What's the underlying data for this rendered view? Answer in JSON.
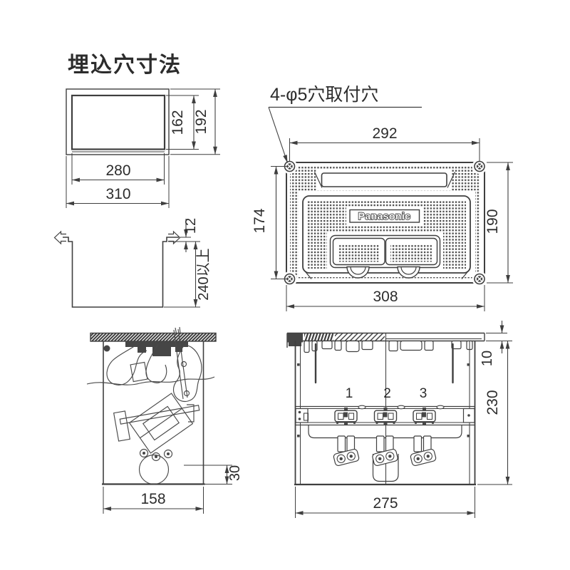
{
  "drawing": {
    "title": "埋込穴寸法",
    "callout": "4-φ5穴取付穴",
    "logo": "Panasonic",
    "embed": {
      "h_inner": "162",
      "h_outer": "192",
      "w_inner": "280",
      "w_outer": "310"
    },
    "recess": {
      "lip": "12",
      "depth": "240以上"
    },
    "top": {
      "pitch_w": "292",
      "pitch_h": "174",
      "overall_h": "190",
      "overall_w": "308"
    },
    "side": {
      "width": "158",
      "clearance": "30"
    },
    "front": {
      "lid": "10",
      "depth": "230",
      "width": "275",
      "outlets": [
        "1",
        "2",
        "3"
      ]
    }
  },
  "colors": {
    "line": "#3f3f3f",
    "text": "#2c2c2c",
    "background": "#ffffff"
  }
}
